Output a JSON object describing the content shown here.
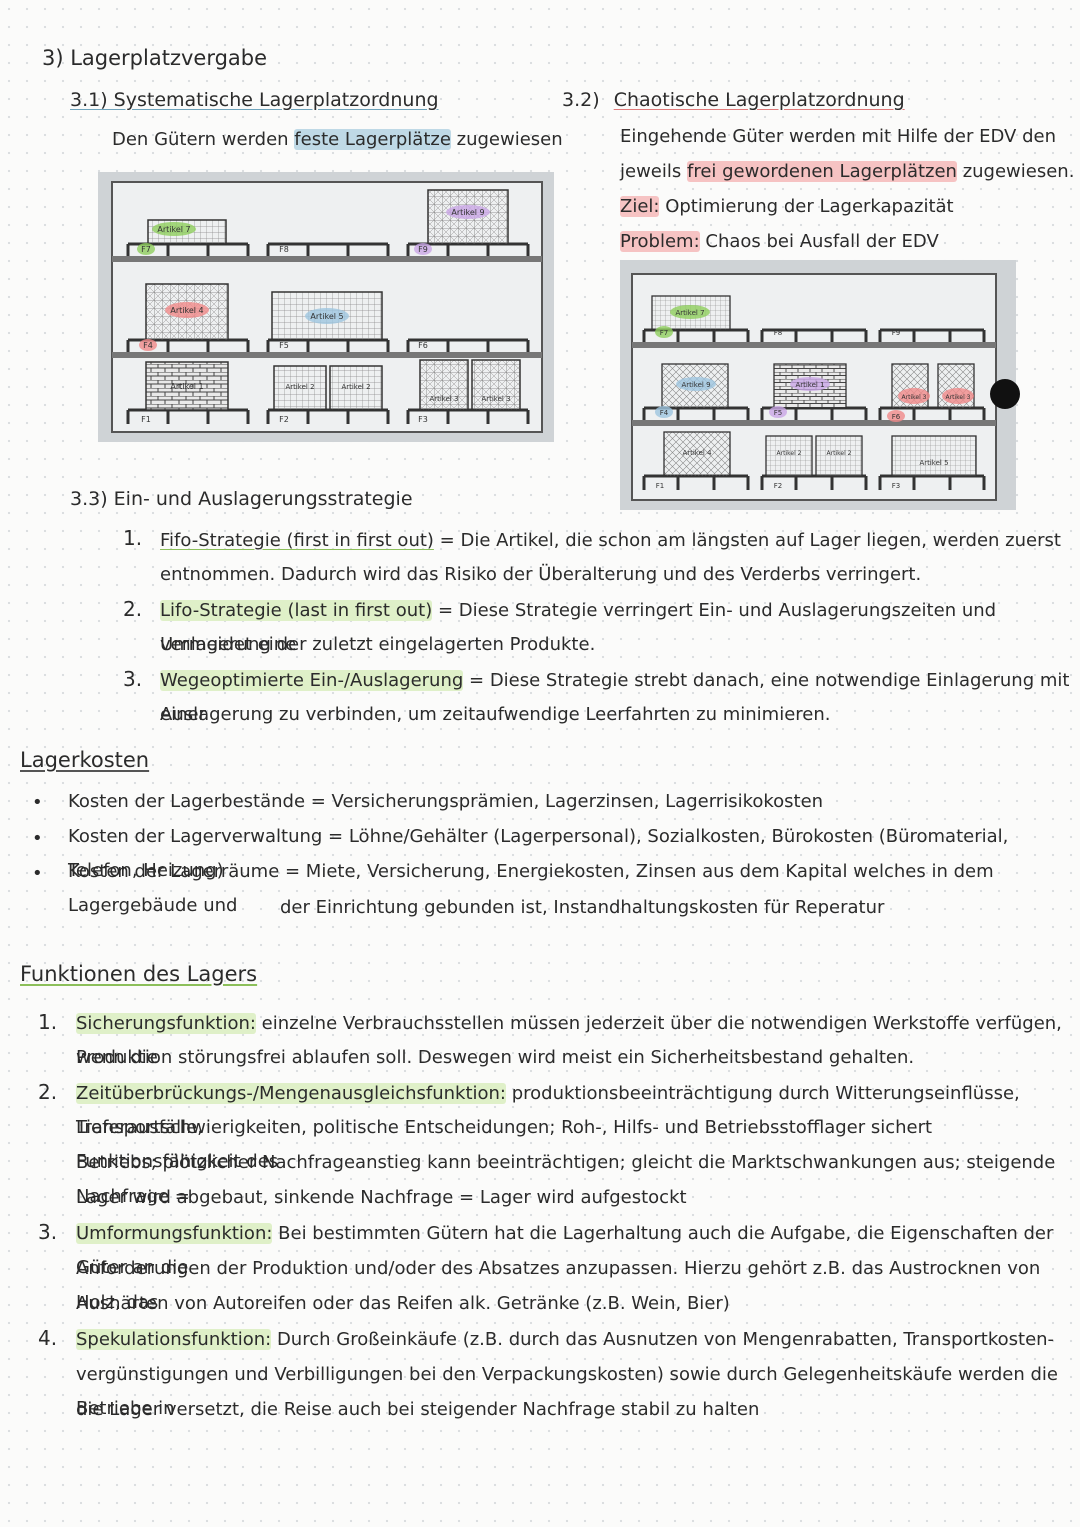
{
  "section3": {
    "title": "3) Lagerplatzvergabe",
    "s31": {
      "heading": "3.1) Systematische Lagerplatzordnung",
      "text_before": "Den Gütern werden ",
      "text_highlight": "feste Lagerplätze",
      "text_after": " zugewiesen"
    },
    "s32": {
      "heading_num": "3.2)",
      "heading": "Chaotische Lagerplatzordnung",
      "line1": "Eingehende Güter werden mit Hilfe der EDV den",
      "line2_before": "jeweils ",
      "line2_highlight": "frei gewordenen Lagerplätzen",
      "line2_after": " zugewiesen.",
      "ziel_label": "Ziel:",
      "ziel_text": " Optimierung der Lagerkapazität",
      "problem_label": "Problem:",
      "problem_text": " Chaos bei Ausfall der EDV"
    },
    "s33": {
      "heading": "3.3) Ein- und Auslagerungsstrategie",
      "items": [
        {
          "num": "1.",
          "term": "Fifo-Strategie (first in first out)",
          "line1": " = Die Artikel, die schon am längsten auf Lager liegen, werden zuerst",
          "line2": "entnommen. Dadurch wird das Risiko der Überalterung und des Verderbs verringert."
        },
        {
          "num": "2.",
          "term": "Lifo-Strategie (last in first out)",
          "line1": " = Diese Strategie verringert Ein- und Auslagerungszeiten und vermeidet eine",
          "line2": "Umlagerung der zuletzt eingelagerten Produkte."
        },
        {
          "num": "3.",
          "term": "Wegeoptimierte Ein-/Auslagerung",
          "line1": " = Diese Strategie strebt danach, eine notwendige Einlagerung mit einer",
          "line2": "Auslagerung zu verbinden, um zeitaufwendige Leerfahrten zu minimieren."
        }
      ]
    }
  },
  "diagram_left": {
    "labels": {
      "artikel7": "Artikel 7",
      "artikel9": "Artikel 9",
      "artikel4": "Artikel 4",
      "artikel5": "Artikel 5",
      "artikel1": "Artikel 1",
      "artikel2": "Artikel 2",
      "artikel3": "Artikel 3"
    },
    "slots": {
      "f7": "F7",
      "f8": "F8",
      "f9": "F9",
      "f4": "F4",
      "f5": "F5",
      "f6": "F6",
      "f1": "F1",
      "f2": "F2",
      "f3": "F3"
    },
    "colors": {
      "f7": "#8fce5e",
      "f9": "#c9a6e6",
      "f4": "#f08a8a",
      "artikel7": "#8fce5e",
      "artikel9": "#c9a6e6",
      "artikel4": "#f08a8a",
      "artikel5": "#9ec5e0"
    }
  },
  "diagram_right": {
    "labels": {
      "artikel7": "Artikel 7",
      "artikel9": "Artikel 9",
      "artikel1": "Artikel 1",
      "artikel3": "Artikel 3",
      "artikel4": "Artikel 4",
      "artikel2": "Artikel 2",
      "artikel5": "Artikel 5"
    },
    "slots": {
      "f7": "F7",
      "f8": "F8",
      "f9": "F9",
      "f4": "F4",
      "f5": "F5",
      "f6": "F6",
      "f1": "F1",
      "f2": "F2",
      "f3": "F3"
    }
  },
  "lagerkosten": {
    "title": "Lagerkosten",
    "items": [
      {
        "bullet": "•",
        "text": "Kosten der Lagerbestände = Versicherungsprämien, Lagerzinsen, Lagerrisikokosten"
      },
      {
        "bullet": "•",
        "text": "Kosten der Lagerverwaltung = Löhne/Gehälter (Lagerpersonal), Sozialkosten, Bürokosten (Büromaterial, Telefon, Heizung)"
      },
      {
        "bullet": "•",
        "text": "Kosten der Lagerräume = Miete, Versicherung, Energiekosten, Zinsen aus dem Kapital welches in dem Lagergebäude und",
        "text2": "der Einrichtung gebunden ist, Instandhaltungskosten für Reperatur"
      }
    ]
  },
  "funktionen": {
    "title": "Funktionen des Lagers",
    "items": [
      {
        "num": "1.",
        "term": "Sicherungsfunktion:",
        "lines": [
          " einzelne Verbrauchsstellen müssen jederzeit über die notwendigen Werkstoffe verfügen, wenn die",
          "Produktion störungsfrei ablaufen soll. Deswegen wird meist ein Sicherheitsbestand gehalten."
        ]
      },
      {
        "num": "2.",
        "term": "Zeitüberbrückungs-/Mengenausgleichsfunktion:",
        "lines": [
          " produktionsbeeinträchtigung durch Witterungseinflüsse, Lieferausfälle,",
          "Transportschwierigkeiten, politische Entscheidungen; Roh-, Hilfs- und Betriebsstofflager sichert Funktionsfähigkeit des",
          "Betriebs; plötzlicher Nachfrageanstieg kann beeinträchtigen; gleicht die Marktschwankungen aus; steigende Nachfrage =",
          "Lager wird abgebaut, sinkende Nachfrage = Lager wird aufgestockt"
        ]
      },
      {
        "num": "3.",
        "term": "Umformungsfunktion:",
        "lines": [
          " Bei bestimmten Gütern hat die Lagerhaltung auch die Aufgabe, die Eigenschaften der Güter an die",
          "Anforderungen der Produktion und/oder des Absatzes anzupassen. Hierzu gehört z.B. das Austrocknen von Holz, das",
          "Aushärten von Autoreifen oder das Reifen alk. Getränke (z.B. Wein, Bier)"
        ]
      },
      {
        "num": "4.",
        "term": "Spekulationsfunktion:",
        "lines": [
          " Durch Großeinkäufe (z.B. durch das Ausnutzen von Mengenrabatten, Transportkosten-",
          "vergünstigungen und Verbilligungen bei den Verpackungskosten) sowie durch Gelegenheitskäufe werden die Betriebe in",
          "die Lager versetzt, die Reise auch bei steigender Nachfrage stabil zu halten"
        ]
      }
    ]
  }
}
